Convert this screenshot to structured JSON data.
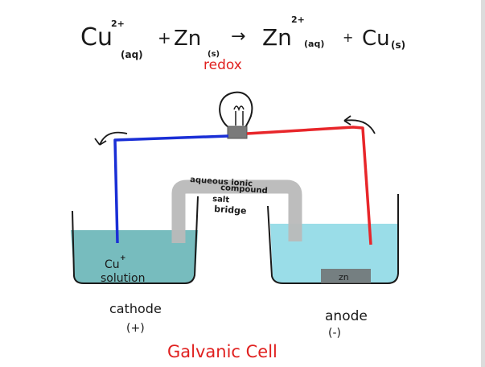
{
  "equation": {
    "r1": "Cu",
    "r1_charge": "2+",
    "r1_state": "(aq)",
    "plus": "+",
    "r2": "Zn",
    "r2_state": "(s)",
    "arrow": "→",
    "p1": "Zn",
    "p1_charge": "2+",
    "p1_state": "(aq)",
    "plus2": "+",
    "p2": "Cu",
    "p2_state": "(s)"
  },
  "subtitle": "redox",
  "salt_bridge": {
    "note_line1": "aqueous ionic",
    "note_line2": "compound",
    "label_line1": "salt",
    "label_line2": "bridge"
  },
  "cathode_solution": {
    "ion": "Cu",
    "ion_charge": "+",
    "word": "solution"
  },
  "electrode_label": "zn",
  "cathode": {
    "name": "cathode",
    "sign": "(+)"
  },
  "anode": {
    "name": "anode",
    "sign": "(-)"
  },
  "title": "Galvanic Cell",
  "colors": {
    "ink": "#1a1a1a",
    "red": "#e0201f",
    "blue": "#1a2fd6",
    "wire_red": "#e8262a",
    "cathode_solution": "#5fb0b3",
    "anode_solution": "#8fd9e6",
    "bridge": "#b9b9b9",
    "electrode": "#6e6e6e"
  },
  "icons": {
    "bulb": "light-bulb-icon"
  }
}
